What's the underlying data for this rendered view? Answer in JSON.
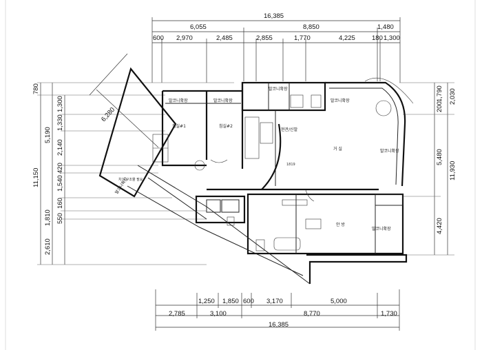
{
  "plan": {
    "top_dims": {
      "row1": [
        "16,385"
      ],
      "row2": [
        "6,055",
        "8,850",
        "1,480"
      ],
      "row3": [
        "600",
        "2,970",
        "2,485",
        "2,855",
        "1,770",
        "4,225",
        "180",
        "1,300"
      ]
    },
    "bottom_dims": {
      "row1": [
        "1,250",
        "1,850",
        "600",
        "3,170",
        "5,000"
      ],
      "row2": [
        "2,785",
        "3,100",
        "8,770",
        "1,730"
      ],
      "row3": [
        "16,385"
      ]
    },
    "left_dims": {
      "outer": [
        "780",
        "11,150"
      ],
      "inner": [
        "1,300",
        "1,330",
        "5,190",
        "2,140",
        "420",
        "1,540",
        "1,810",
        "160",
        "550",
        "2,610"
      ],
      "diag": "6,280"
    },
    "right_dims": {
      "inner": [
        "1,790",
        "200",
        "5,480",
        "4,420"
      ],
      "outer": [
        "2,030",
        "11,930"
      ]
    },
    "rooms": {
      "bedroom1": "침실#1",
      "bedroom2": "침실#2",
      "living": "거 실",
      "master": "안 방",
      "entrance": "현관/신발",
      "balcony": "발코니확장"
    },
    "notes": {
      "note1": "차기 구조물 필요",
      "dim_1819": "1819"
    }
  }
}
